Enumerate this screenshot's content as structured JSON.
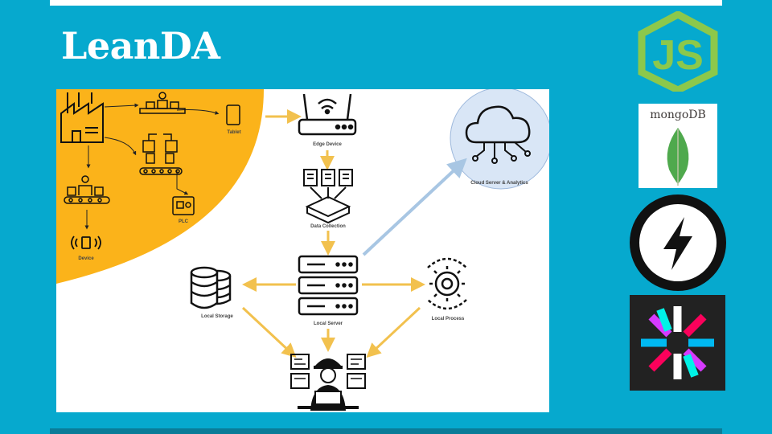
{
  "slide": {
    "title": "LeanDA",
    "colors": {
      "background": "#06a9ce",
      "accent_bar": "#0a7c98",
      "factory_zone": "#fbb31a",
      "arrow": "#f2c14e",
      "cloud_arrow": "#a8c6e3"
    }
  },
  "diagram": {
    "labels": {
      "tablet": "Tablet",
      "edge_device": "Edge Device",
      "cloud": "Cloud Server & Analytics",
      "data_collection": "Data Collection",
      "plc": "PLC",
      "device": "Device",
      "local_storage": "Local Storage",
      "local_server": "Local Server",
      "local_process": "Local Process"
    }
  },
  "logos": {
    "nodejs": {
      "icon": "nodejs-logo",
      "text": "JS"
    },
    "mongodb": {
      "icon": "mongodb-logo",
      "text": "mongoDB"
    },
    "socketio": {
      "icon": "socketio-logo"
    },
    "jwt": {
      "icon": "jwt-logo"
    }
  }
}
